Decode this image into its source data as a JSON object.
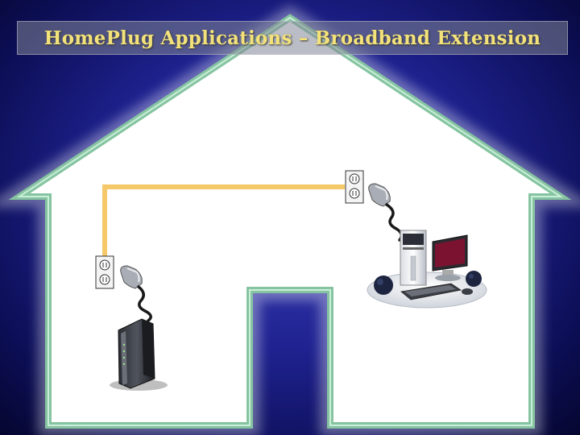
{
  "title": "HomePlug Applications – Broadband Extension",
  "diagram": {
    "nodes": [
      {
        "id": "cable-modem",
        "icon": "modem-icon"
      },
      {
        "id": "desktop-pc",
        "icon": "computer-icon"
      },
      {
        "id": "outlet-left",
        "icon": "power-outlet-icon"
      },
      {
        "id": "outlet-right",
        "icon": "power-outlet-icon"
      }
    ],
    "links": [
      {
        "from": "outlet-left",
        "to": "outlet-right",
        "type": "powerline",
        "color": "#f5c96a"
      },
      {
        "from": "cable-modem",
        "to": "outlet-left",
        "type": "adapter-cord"
      },
      {
        "from": "desktop-pc",
        "to": "outlet-right",
        "type": "adapter-cord"
      }
    ]
  },
  "colors": {
    "background": "#1f2290",
    "house_outline": "#8fc9a8",
    "house_fill": "#ffffff",
    "powerline": "#f5c96a",
    "title_text": "#f3e27a"
  }
}
